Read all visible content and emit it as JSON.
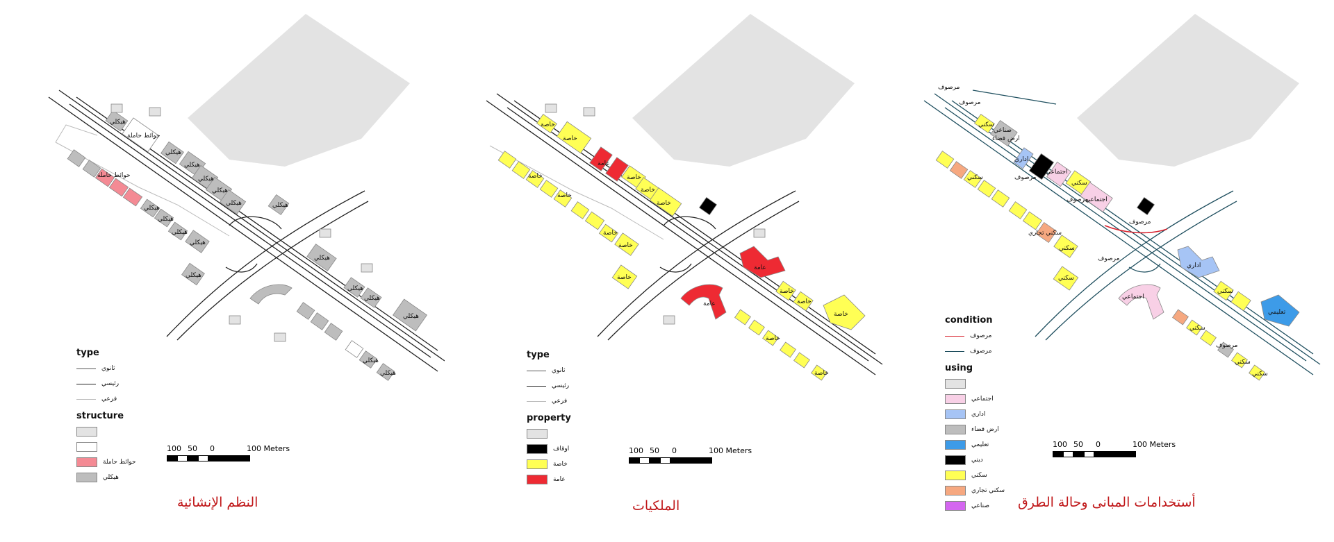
{
  "panels": [
    {
      "id": "structure",
      "caption": "النظم الإنشائية",
      "legend": {
        "road_title": "type",
        "roads": [
          {
            "label": "ثانوي",
            "style": "thin"
          },
          {
            "label": "رئيسي",
            "style": "thick"
          },
          {
            "label": "فرعي",
            "style": "light"
          }
        ],
        "fill_title": "structure",
        "fills": [
          {
            "label": "",
            "color": "#e3e3e3"
          },
          {
            "label": "",
            "color": "#ffffff"
          },
          {
            "label": "حوائط حاملة",
            "color": "#f48a94"
          },
          {
            "label": "هيكلي",
            "color": "#bdbdbd"
          }
        ]
      },
      "building_labels": [
        "هيكلي",
        "حوائط حاملة",
        "هيكلي",
        "هيكلي",
        "هيكلي",
        "هيكلي",
        "هيكلي",
        "هيكلي",
        "حوائط حاملة",
        "هيكلي",
        "هيكلي",
        "هيكلي",
        "هيكلي",
        "هيكلي",
        "هيكلي",
        "هيكلي",
        "هيكلي",
        "هيكلي",
        "هيكلي",
        "هيكلي"
      ]
    },
    {
      "id": "property",
      "caption": "الملكيات",
      "legend": {
        "road_title": "type",
        "roads": [
          {
            "label": "ثانوي",
            "style": "thin"
          },
          {
            "label": "رئيسي",
            "style": "thick"
          },
          {
            "label": "فرعي",
            "style": "light"
          }
        ],
        "fill_title": "property",
        "fills": [
          {
            "label": "",
            "color": "#e3e3e3"
          },
          {
            "label": "اوقاف",
            "color": "#000000"
          },
          {
            "label": "خاصة",
            "color": "#ffff55"
          },
          {
            "label": "عامة",
            "color": "#ee2a33"
          }
        ]
      },
      "building_labels": [
        "خاصة",
        "خاصة",
        "عامة",
        "خاصة",
        "خاصة",
        "خاصة",
        "خاصة",
        "خاصة",
        "خاصة",
        "خاصة",
        "عامة",
        "عامة",
        "خاصة",
        "خاصة",
        "خاصة",
        "خاصة",
        "خاصة",
        "خاصة"
      ]
    },
    {
      "id": "using",
      "caption": "أستخدامات المبانى وحالة الطرق",
      "legend": {
        "road_title": "condition",
        "roads": [
          {
            "label": "مرصوف",
            "style": "red"
          },
          {
            "label": "مرصوف",
            "style": "teal"
          }
        ],
        "fill_title": "using",
        "fills": [
          {
            "label": "",
            "color": "#e3e3e3"
          },
          {
            "label": "اجتماعي",
            "color": "#f8d0e6"
          },
          {
            "label": "اداري",
            "color": "#a6c4f5"
          },
          {
            "label": "ارض فضاء",
            "color": "#bdbdbd"
          },
          {
            "label": "تعليمي",
            "color": "#3d9be8"
          },
          {
            "label": "ديني",
            "color": "#000000"
          },
          {
            "label": "سكني",
            "color": "#ffff55"
          },
          {
            "label": "سكني تجاري",
            "color": "#f6a880"
          },
          {
            "label": "صناعي",
            "color": "#d466f0"
          }
        ]
      },
      "building_labels": [
        "سكني",
        "صناعي",
        "ارض فضاء",
        "اداري",
        "اجتماعي",
        "سكني",
        "اجتماعي",
        "سكني",
        "سكني تجاري",
        "سكني",
        "اداري",
        "سكني",
        "اجتماعي",
        "سكني",
        "تعليمي",
        "سكني",
        "سكني",
        "سكني"
      ],
      "road_labels": [
        "مرصوف",
        "مرصوف",
        "مرصوف",
        "مرصوف",
        "مرصوف",
        "مرصوف",
        "مرصوف"
      ]
    }
  ],
  "scale": {
    "labels": [
      "100",
      "50",
      "0",
      "100 Meters"
    ]
  }
}
